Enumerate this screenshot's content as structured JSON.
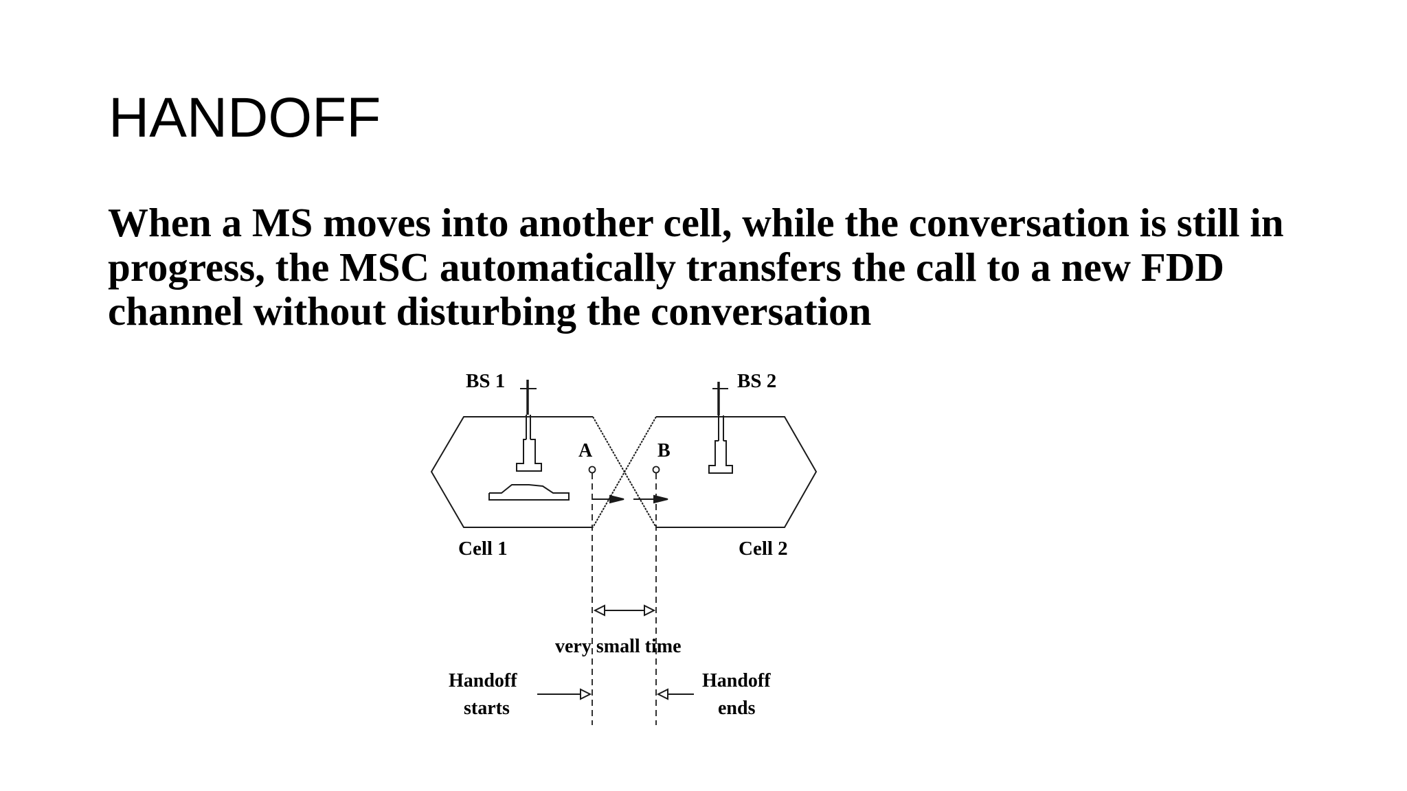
{
  "slide": {
    "title": "HANDOFF",
    "body_lines": [
      "When a MS moves into another cell, while the conversation is still in",
      "progress, the MSC automatically transfers the call to a new FDD",
      "channel without disturbing the conversation"
    ]
  },
  "diagram": {
    "base_station_1": "BS 1",
    "base_station_2": "BS 2",
    "cell_1": "Cell 1",
    "cell_2": "Cell 2",
    "point_a": "A",
    "point_b": "B",
    "interval_label": "very small time",
    "start_label": [
      "Handoff",
      "starts"
    ],
    "end_label": [
      "Handoff",
      "ends"
    ]
  },
  "colors": {
    "background": "#ffffff",
    "text": "#000000",
    "lines": "#1a1a1a"
  }
}
